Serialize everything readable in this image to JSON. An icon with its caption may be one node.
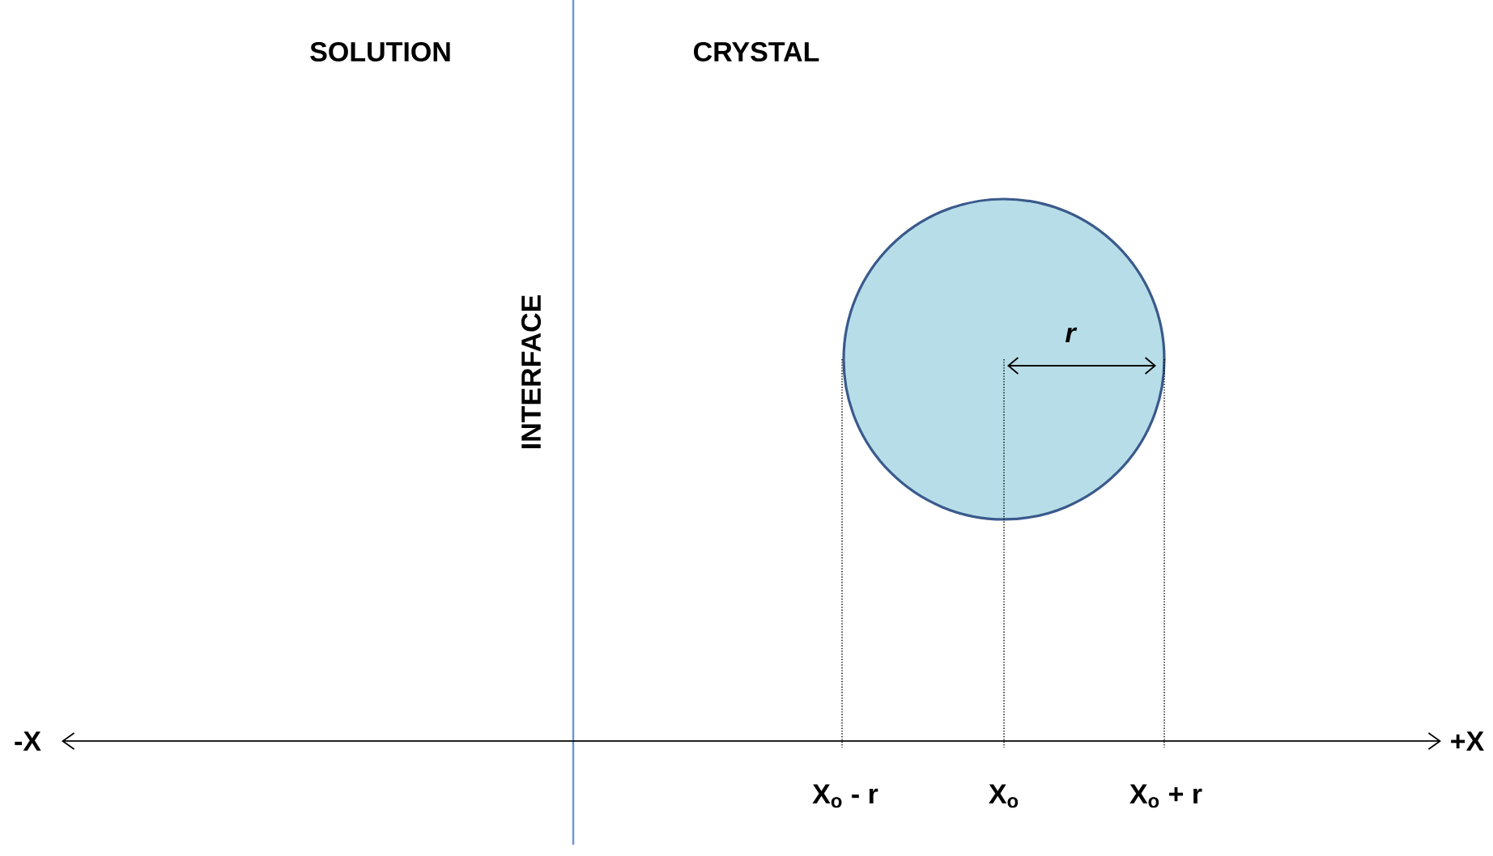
{
  "diagram": {
    "labels": [
      "SOLUTION",
      "CRYSTAL",
      "INTERFACE",
      "r",
      "X$_{o}$ - r",
      "X$_{o}$",
      "X$_{o}$ + r",
      "-X",
      "+X"
    ]
  }
}
